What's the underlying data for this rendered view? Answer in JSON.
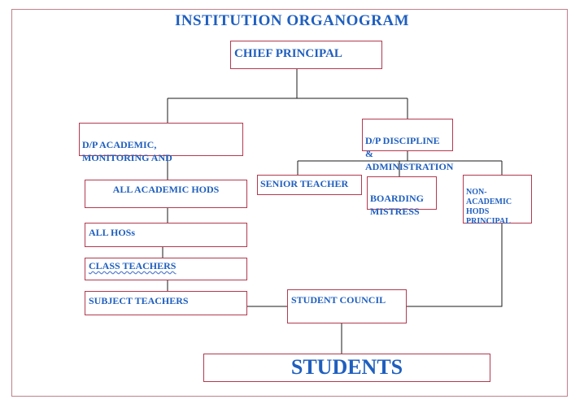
{
  "title": "INSTITUTION  ORGANOGRAM",
  "nodes": {
    "chief_principal": "CHIEF PRINCIPAL",
    "dp_academic": "D/P ACADEMIC,\nMONITORING  AND",
    "dp_discipline": "D/P DISCIPLINE &\nADMINISTRATION",
    "all_academic_hods": "ALL ACADEMIC  HODS",
    "senior_teacher": "SENIOR TEACHER",
    "boarding_mistress": "BOARDING\nMISTRESS",
    "non_academic_hods": "NON-\nACADEMIC\nHODS\nPRINCIPAL",
    "all_hoss": "ALL HOSs",
    "class_teachers": "CLASS  TEACHERS",
    "subject_teachers": "SUBJECT TEACHERS",
    "student_council": "STUDENT  COUNCIL",
    "students": "STUDENTS"
  },
  "colors": {
    "text": "#1f5fbf",
    "box_border": "#b23a4f",
    "frame_border": "#c0808a",
    "connector": "#1a1a1a"
  }
}
